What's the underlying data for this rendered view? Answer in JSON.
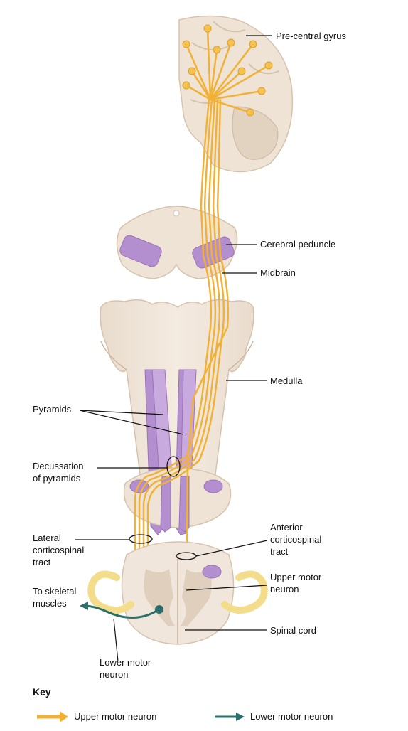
{
  "labels": {
    "precentral_gyrus": "Pre-central gyrus",
    "cerebral_peduncle": "Cerebral peduncle",
    "midbrain": "Midbrain",
    "medulla": "Medulla",
    "pyramids": "Pyramids",
    "decussation_line1": "Decussation",
    "decussation_line2": "of pyramids",
    "lateral_line1": "Lateral",
    "lateral_line2": "corticospinal",
    "lateral_line3": "tract",
    "anterior_line1": "Anterior",
    "anterior_line2": "corticospinal",
    "anterior_line3": "tract",
    "upper_motor_line1": "Upper motor",
    "upper_motor_line2": "neuron",
    "skeletal_line1": "To skeletal",
    "skeletal_line2": "muscles",
    "spinal_cord": "Spinal cord",
    "lower_motor_line1": "Lower motor",
    "lower_motor_line2": "neuron"
  },
  "key": {
    "title": "Key",
    "upper_motor_neuron": "Upper motor neuron",
    "lower_motor_neuron": "Lower motor neuron"
  },
  "colors": {
    "tissue": "#efe3d6",
    "tissue_dark": "#d9c7b3",
    "tract_purple": "#b48fcf",
    "axon_orange": "#f2b134",
    "lower_neuron_teal": "#2a6f6a",
    "nerve_yellow": "#f3dc8a"
  }
}
